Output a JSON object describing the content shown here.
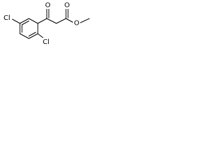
{
  "molecule": {
    "atoms": {
      "chlorine_left": "Cl",
      "chlorine_bottom": "Cl",
      "ketone_oxygen": "O",
      "ester_carbonyl_oxygen": "O",
      "ester_ether_oxygen": "O"
    },
    "colors": {
      "bond": "#000000",
      "background": "#ffffff"
    }
  }
}
